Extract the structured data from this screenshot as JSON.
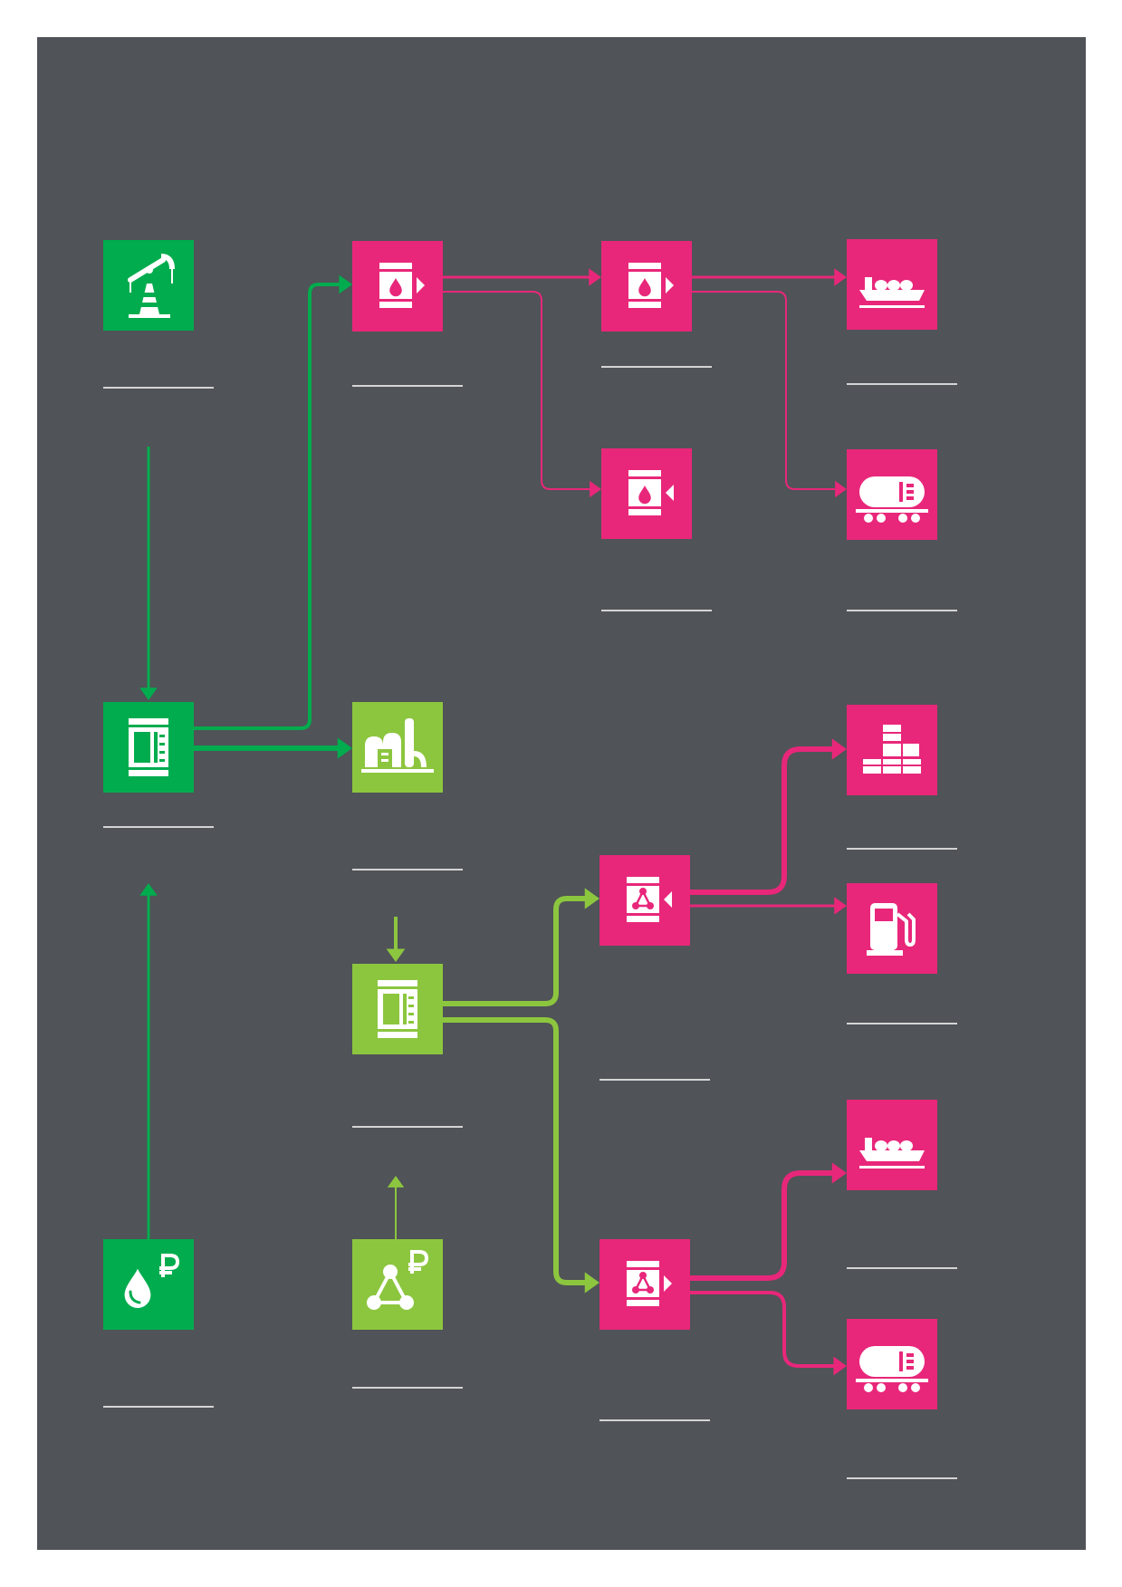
{
  "colors": {
    "background": "#505357",
    "page": "#ffffff",
    "dark_green": "#00ac4e",
    "light_green": "#8cc63f",
    "magenta": "#e8277a",
    "icon": "#ffffff",
    "caption_line": "#ffffff"
  },
  "nodes": [
    {
      "id": "oil-pump",
      "icon": "oil-pump-icon",
      "color": "dark_green",
      "caption": ""
    },
    {
      "id": "oil-terminal-export-1",
      "icon": "oil-drum-export-icon",
      "color": "magenta",
      "caption": ""
    },
    {
      "id": "oil-terminal-export-2",
      "icon": "oil-drum-export-icon",
      "color": "magenta",
      "caption": ""
    },
    {
      "id": "oil-tanker-ship",
      "icon": "tanker-ship-icon",
      "color": "magenta",
      "caption": ""
    },
    {
      "id": "oil-terminal-import",
      "icon": "oil-drum-import-icon",
      "color": "magenta",
      "caption": ""
    },
    {
      "id": "oil-rail-tank-car",
      "icon": "rail-tank-car-icon",
      "color": "magenta",
      "caption": ""
    },
    {
      "id": "oil-storage",
      "icon": "storage-tank-icon",
      "color": "dark_green",
      "caption": ""
    },
    {
      "id": "refinery",
      "icon": "refinery-icon",
      "color": "light_green",
      "caption": ""
    },
    {
      "id": "product-terminal-import",
      "icon": "product-drum-import-icon",
      "color": "magenta",
      "caption": ""
    },
    {
      "id": "barrels",
      "icon": "barrels-icon",
      "color": "magenta",
      "caption": ""
    },
    {
      "id": "fuel-station",
      "icon": "fuel-station-icon",
      "color": "magenta",
      "caption": ""
    },
    {
      "id": "product-storage",
      "icon": "storage-tank-icon",
      "color": "light_green",
      "caption": ""
    },
    {
      "id": "product-terminal-export",
      "icon": "product-drum-export-icon",
      "color": "magenta",
      "caption": ""
    },
    {
      "id": "product-tanker-ship",
      "icon": "tanker-ship-icon",
      "color": "magenta",
      "caption": ""
    },
    {
      "id": "product-rail-tank-car",
      "icon": "rail-tank-car-icon",
      "color": "magenta",
      "caption": ""
    },
    {
      "id": "oil-purchase",
      "icon": "oil-ruble-icon",
      "color": "dark_green",
      "caption": ""
    },
    {
      "id": "product-purchase",
      "icon": "molecule-ruble-icon",
      "color": "light_green",
      "caption": ""
    }
  ],
  "edges": [
    {
      "from": "oil-pump",
      "to": "oil-storage",
      "color": "dark_green"
    },
    {
      "from": "oil-purchase",
      "to": "oil-storage",
      "color": "dark_green"
    },
    {
      "from": "oil-storage",
      "to": "oil-terminal-export-1",
      "color": "dark_green"
    },
    {
      "from": "oil-storage",
      "to": "refinery",
      "color": "dark_green"
    },
    {
      "from": "oil-terminal-export-1",
      "to": "oil-terminal-export-2",
      "color": "magenta"
    },
    {
      "from": "oil-terminal-export-1",
      "to": "oil-terminal-import",
      "color": "magenta"
    },
    {
      "from": "oil-terminal-export-2",
      "to": "oil-tanker-ship",
      "color": "magenta"
    },
    {
      "from": "oil-terminal-export-2",
      "to": "oil-rail-tank-car",
      "color": "magenta"
    },
    {
      "from": "refinery",
      "to": "product-storage",
      "color": "light_green"
    },
    {
      "from": "product-purchase",
      "to": "product-storage",
      "color": "light_green"
    },
    {
      "from": "product-storage",
      "to": "product-terminal-import",
      "color": "light_green"
    },
    {
      "from": "product-storage",
      "to": "product-terminal-export",
      "color": "light_green"
    },
    {
      "from": "product-terminal-import",
      "to": "barrels",
      "color": "magenta"
    },
    {
      "from": "product-terminal-import",
      "to": "fuel-station",
      "color": "magenta"
    },
    {
      "from": "product-terminal-export",
      "to": "product-tanker-ship",
      "color": "magenta"
    },
    {
      "from": "product-terminal-export",
      "to": "product-rail-tank-car",
      "color": "magenta"
    }
  ]
}
